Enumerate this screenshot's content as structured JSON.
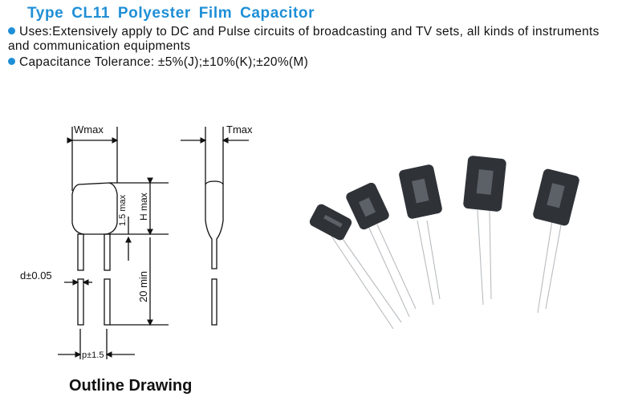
{
  "title": "Type CL11   Polyester  Film  Capacitor",
  "bullets": [
    "Uses:Extensively apply to DC and  Pulse circuits of broadcasting and TV sets, all kinds of instruments and communication equipments",
    "Capacitance Tolerance: ±5%(J);±10%(K);±20%(M)"
  ],
  "drawing": {
    "w_label": "Wmax",
    "t_label": "Tmax",
    "h_label": "H max",
    "lead_label": "1.5 max",
    "min_label": "20 min",
    "d_label": "d±0.05",
    "p_label": "p±1.5"
  },
  "caption": "Outline Drawing",
  "colors": {
    "accent": "#1e8fd6",
    "body": "#2f3338"
  }
}
